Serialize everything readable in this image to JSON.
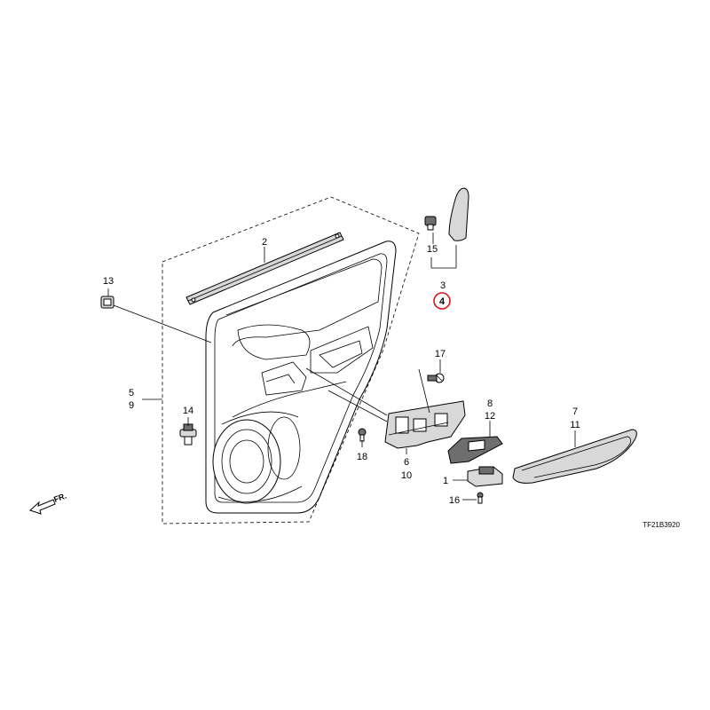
{
  "callouts": {
    "c1": "1",
    "c2": "2",
    "c3": "3",
    "c4": "4",
    "c5": "5",
    "c6": "6",
    "c7": "7",
    "c8": "8",
    "c9": "9",
    "c10": "10",
    "c11": "11",
    "c12": "12",
    "c13": "13",
    "c14": "14",
    "c15": "15",
    "c16": "16",
    "c17": "17",
    "c18": "18"
  },
  "direction_label": "FR.",
  "reference_code": "TF21B3920",
  "highlight_color": "#e0101b"
}
